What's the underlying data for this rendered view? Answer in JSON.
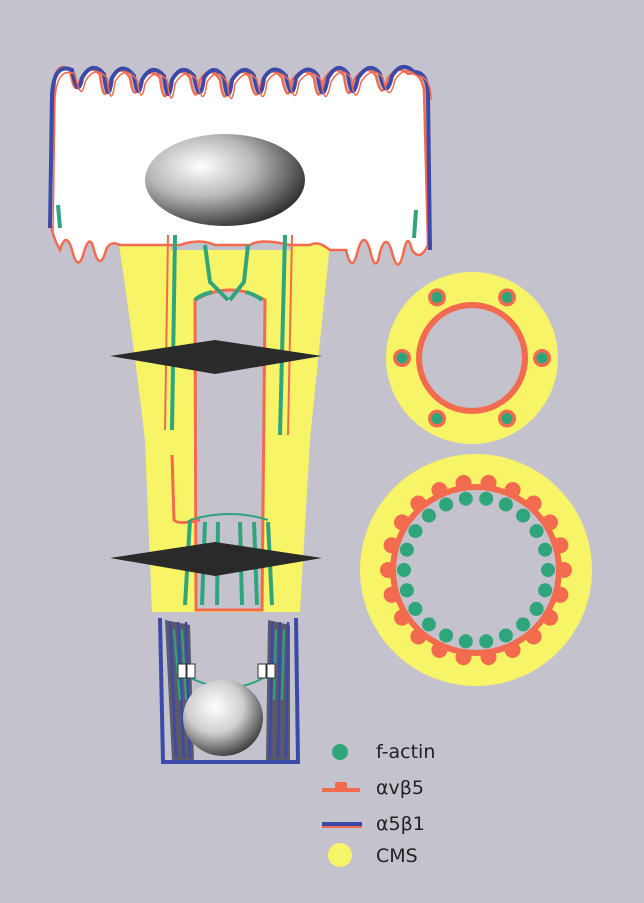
{
  "colors": {
    "background": "#c4c2cc",
    "f_actin": "#2fa57c",
    "avb5": "#f26b4f",
    "a5b1": "#3b4aa8",
    "cms": "#f8f468",
    "nucleus": "#8a8a8a"
  },
  "legend": {
    "items": [
      {
        "symbol": "green-dot",
        "label": "f-actin"
      },
      {
        "symbol": "red-bar",
        "label": "αvβ5"
      },
      {
        "symbol": "blue-bar",
        "label": "α5β1"
      },
      {
        "symbol": "yellow-dot",
        "label": "CMS"
      }
    ]
  },
  "cross_sections": {
    "upper": {
      "actin_bundle_count": 6
    },
    "lower": {
      "actin_bundle_count": 22
    }
  }
}
